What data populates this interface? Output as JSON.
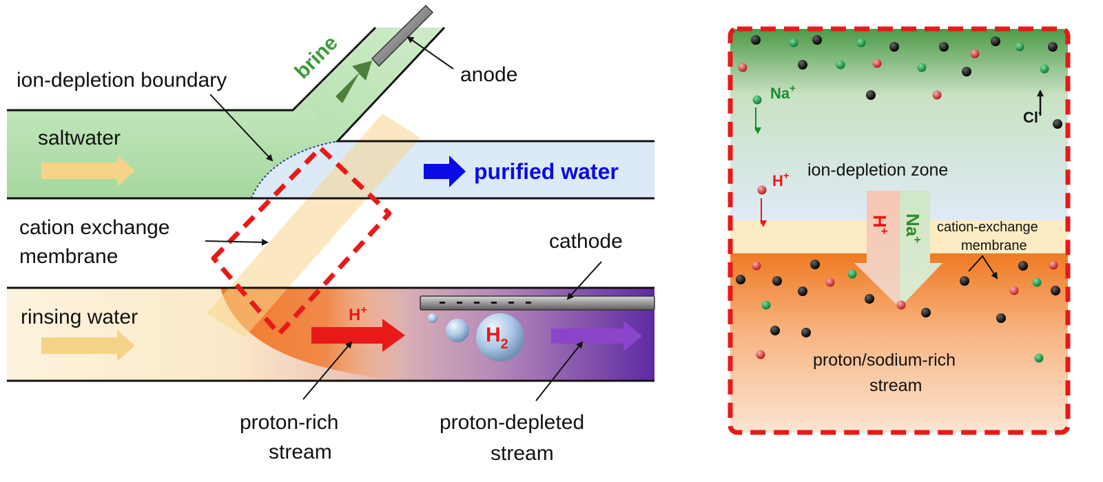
{
  "left_panel": {
    "labels": {
      "saltwater": "saltwater",
      "brine": "brine",
      "anode": "anode",
      "ion_depletion_boundary": "ion-depletion boundary",
      "purified_water": "purified water",
      "cation_exchange_membrane_line1": "cation exchange",
      "cation_exchange_membrane_line2": "membrane",
      "cathode": "cathode",
      "rinsing_water": "rinsing water",
      "h_plus": "H",
      "h_plus_sup": "+",
      "h2": "H",
      "h2_sub": "2",
      "proton_rich_line1": "proton-rich",
      "proton_rich_line2": "stream",
      "proton_depleted_line1": "proton-depleted",
      "proton_depleted_line2": "stream"
    }
  },
  "right_panel": {
    "labels": {
      "na_plus": "Na",
      "na_sup": "+",
      "cl_minus": "Cl",
      "cl_sup": "-",
      "h_plus": "H",
      "h_sup": "+",
      "ion_depletion_zone": "ion-depletion zone",
      "arrow_h": "H",
      "arrow_h_sup": "+",
      "arrow_na": "Na",
      "arrow_na_sup": "+",
      "membrane_line1": "cation-exchange",
      "membrane_line2": "membrane",
      "stream_line1": "proton/sodium-rich",
      "stream_line2": "stream"
    }
  },
  "colors": {
    "saltwater": "#b9e2b3",
    "purified": "#dce9f6",
    "rinse": "#fdf2d6",
    "proton_orange": "#f07a2a",
    "purple": "#6a35a6",
    "dashed_red": "#e81919",
    "brine_green": "#3f9a3a",
    "purified_blue": "#0a0ae6",
    "h_red": "#e81919"
  }
}
